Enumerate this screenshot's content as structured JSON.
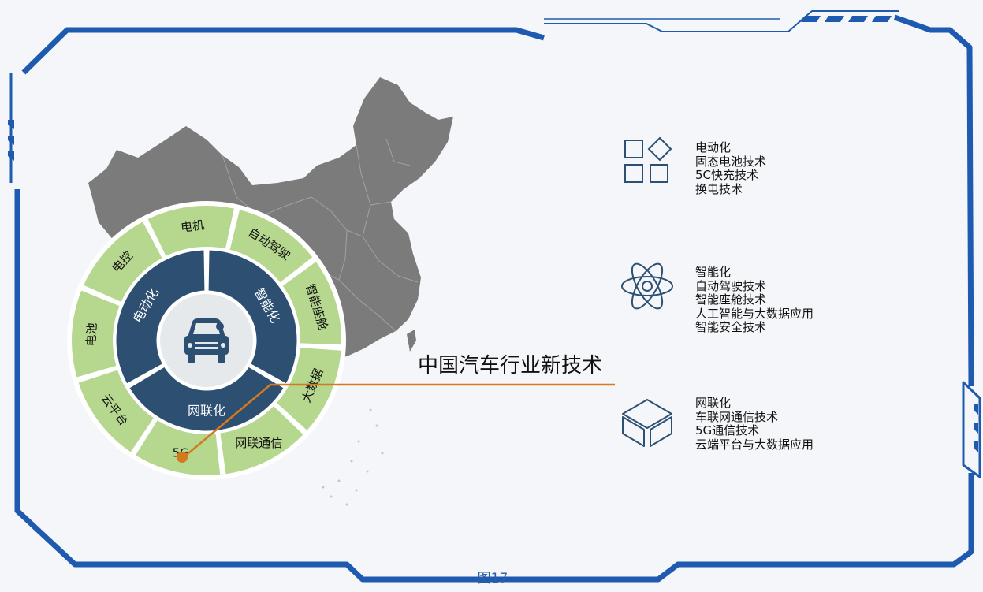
{
  "center_label": "中国汽车行业新技术",
  "caption": "图17",
  "wheel": {
    "inner": [
      {
        "label": "电动化"
      },
      {
        "label": "智能化"
      },
      {
        "label": "网联化"
      }
    ],
    "outer": [
      {
        "label": "电机"
      },
      {
        "label": "自动驾驶"
      },
      {
        "label": "智能座舱"
      },
      {
        "label": "大数据"
      },
      {
        "label": "网联通信"
      },
      {
        "label": "5G"
      },
      {
        "label": "云平台"
      },
      {
        "label": "电池"
      },
      {
        "label": "电控"
      }
    ]
  },
  "categories": [
    {
      "title": "电动化",
      "items": [
        "固态电池技术",
        "5C快充技术",
        "换电技术"
      ],
      "icon": "shapes-icon"
    },
    {
      "title": "智能化",
      "items": [
        "自动驾驶技术",
        "智能座舱技术",
        "人工智能与大数据应用",
        "智能安全技术"
      ],
      "icon": "atom-icon"
    },
    {
      "title": "网联化",
      "items": [
        "车联网通信技术",
        "5G通信技术",
        "云端平台与大数据应用"
      ],
      "icon": "cube-icon"
    }
  ],
  "colors": {
    "frame": "#1e5bb0",
    "map": "#7b7b7b",
    "inner_ring": "#2d4f72",
    "outer_ring": "#b5d78e",
    "hub": "#e6e9ec",
    "accent_line": "#d47a1d",
    "icon": "#2d4f72"
  }
}
